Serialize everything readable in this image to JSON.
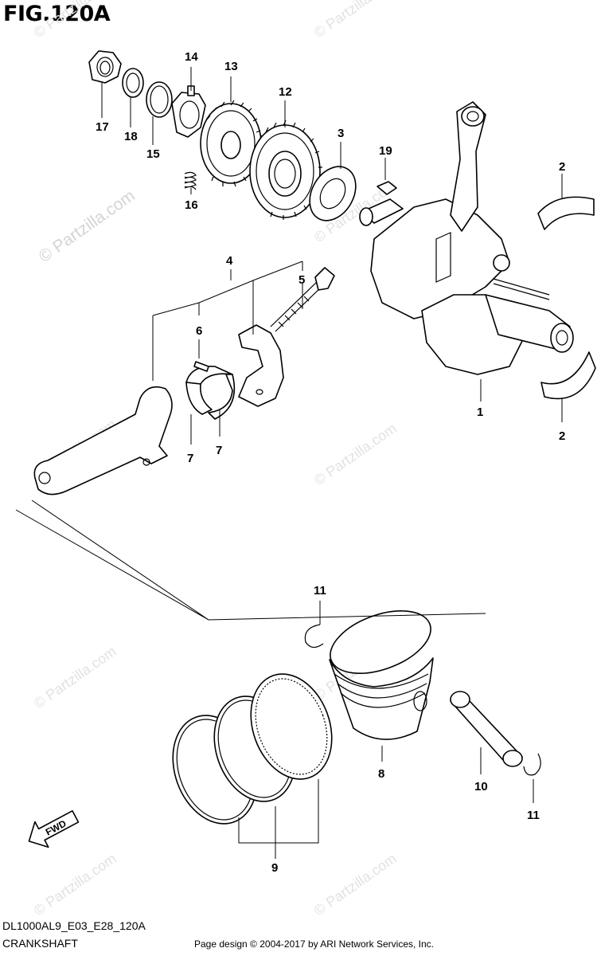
{
  "figure_title": "FIG.120A",
  "model_code": "DL1000AL9_E03_E28_120A",
  "section_name": "CRANKSHAFT",
  "copyright": "Page design © 2004-2017 by ARI Network Services, Inc.",
  "fwd_label": "FWD",
  "watermark": "© Partzilla.com",
  "callouts": [
    "1",
    "2",
    "2",
    "3",
    "4",
    "5",
    "6",
    "7",
    "7",
    "8",
    "9",
    "10",
    "11",
    "11",
    "12",
    "13",
    "14",
    "15",
    "16",
    "17",
    "18",
    "19"
  ]
}
